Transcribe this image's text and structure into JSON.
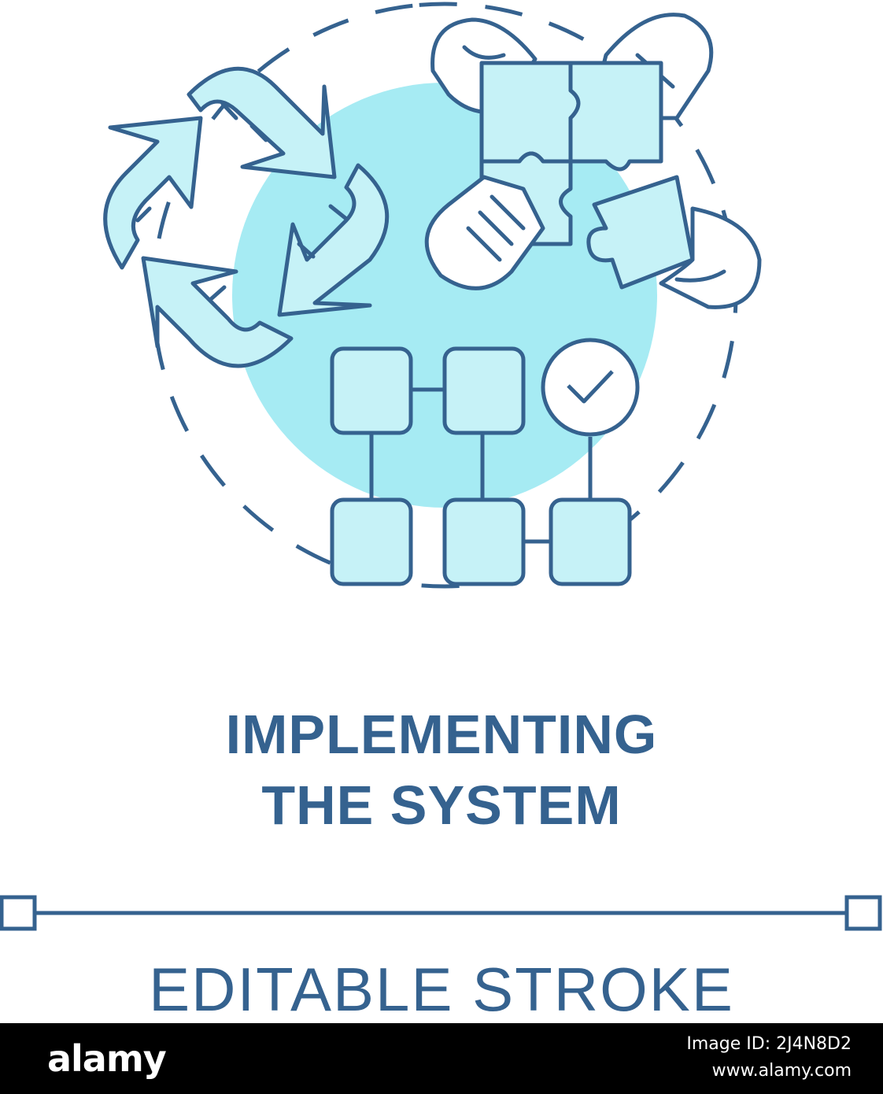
{
  "title": {
    "line1": "IMPLEMENTING",
    "line2": "THE SYSTEM"
  },
  "editable_label": "EDITABLE STROKE",
  "footer": {
    "logo": "alamy",
    "image_id": "Image ID: 2J4N8D2",
    "site": "www.alamy.com"
  },
  "watermark": "alamy",
  "colors": {
    "stroke": "#35628f",
    "fill_light": "#c6f2f7",
    "circle_fill": "#a6ebf3",
    "footer_bg": "#000000"
  },
  "icons": [
    "recycle-arrows-icon",
    "hands-puzzle-icon",
    "flowchart-icon",
    "checkmark-icon"
  ]
}
